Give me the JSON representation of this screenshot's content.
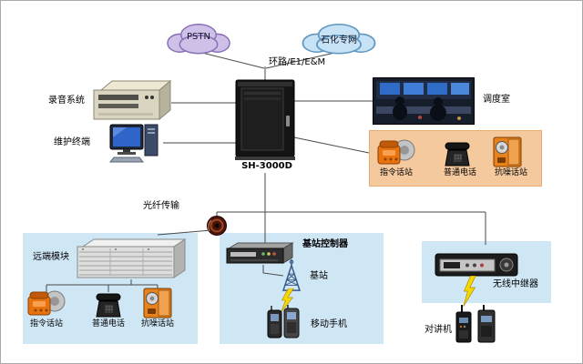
{
  "diagram": {
    "clouds": {
      "pstn": "PSTN",
      "petro": "石化专网"
    },
    "trunk_label": "环路/E1/E&M",
    "cabinet_label": "SH-3000D",
    "recording_label": "录音系统",
    "maintenance_label": "维护终端",
    "dispatch_label": "调度室",
    "dispatch_stations": {
      "command": "指令话站",
      "ordinary": "普通电话",
      "noise": "抗噪话站"
    },
    "fiber_label": "光纤传输",
    "remote": {
      "label": "远端模块",
      "command": "指令话站",
      "ordinary": "普通电话",
      "noise": "抗噪话站"
    },
    "base": {
      "controller": "基站控制器",
      "station": "基站",
      "mobile": "移动手机"
    },
    "relay": {
      "label": "无线中继器",
      "intercom": "对讲机"
    },
    "colors": {
      "zone_blue": "#cfe6f5",
      "zone_orange": "#f5c99e",
      "cloud_purple": "#cfc0e8",
      "cloud_blue": "#c6e2f4"
    }
  }
}
